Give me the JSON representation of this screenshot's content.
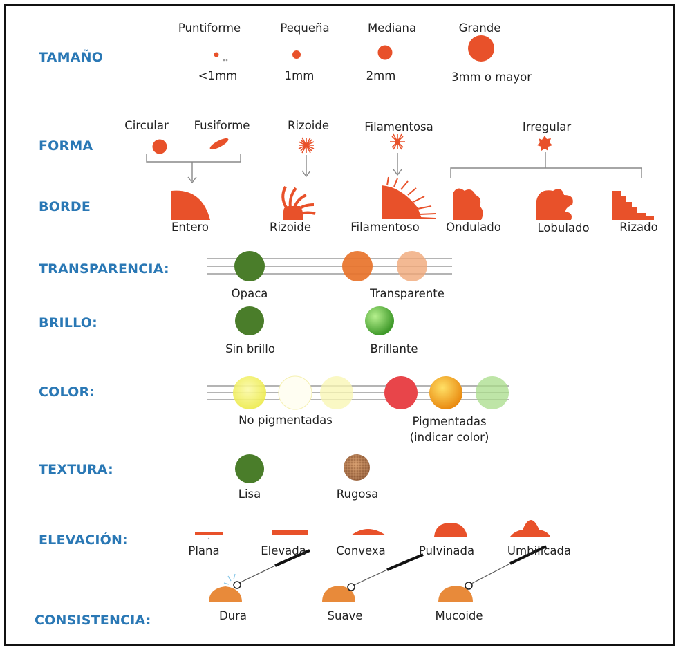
{
  "categories": {
    "tamano": "TAMAÑO",
    "forma": "FORMA",
    "borde": "BORDE",
    "transparencia": "TRANSPARENCIA:",
    "brillo": "BRILLO:",
    "color": "COLOR:",
    "textura": "TEXTURA:",
    "elevacion": "ELEVACIÓN:",
    "consistencia": "CONSISTENCIA:"
  },
  "tamano": {
    "puntiforme": "Puntiforme",
    "pequena": "Pequeña",
    "mediana": "Mediana",
    "grande": "Grande",
    "s1": "<1mm",
    "s2": "1mm",
    "s3": "2mm",
    "s4": "3mm o mayor"
  },
  "forma": {
    "circular": "Circular",
    "fusiforme": "Fusiforme",
    "rizoide": "Rizoide",
    "filamentosa": "Filamentosa",
    "irregular": "Irregular"
  },
  "borde": {
    "entero": "Entero",
    "rizoide": "Rizoide",
    "filamentoso": "Filamentoso",
    "ondulado": "Ondulado",
    "lobulado": "Lobulado",
    "rizado": "Rizado"
  },
  "transparencia": {
    "opaca": "Opaca",
    "transparente": "Transparente"
  },
  "brillo": {
    "sin_brillo": "Sin brillo",
    "brillante": "Brillante"
  },
  "color": {
    "no_pigmentadas": "No pigmentadas",
    "pigmentadas": "Pigmentadas",
    "indicar": "(indicar color)"
  },
  "textura": {
    "lisa": "Lisa",
    "rugosa": "Rugosa"
  },
  "elevacion": {
    "plana": "Plana",
    "elevada": "Elevada",
    "convexa": "Convexa",
    "pulvinada": "Pulvinada",
    "umbilicada": "Umbilicada"
  },
  "consistencia": {
    "dura": "Dura",
    "suave": "Suave",
    "mucoide": "Mucoide"
  },
  "colors": {
    "label_blue": "#2a78b5",
    "colony_orange": "#e8512a",
    "opaque_green": "#4a7d2a",
    "bright_green": "#5fbf3a",
    "transp_orange": "#e8732a",
    "pale_orange": "#f0a878",
    "yellow": "#f2ef5a",
    "red": "#e8454a",
    "gold": "#f5b01a",
    "light_green": "#a8dc8a",
    "rough_brown": "#b87a4a",
    "consistency_orange": "#e88a3a"
  }
}
